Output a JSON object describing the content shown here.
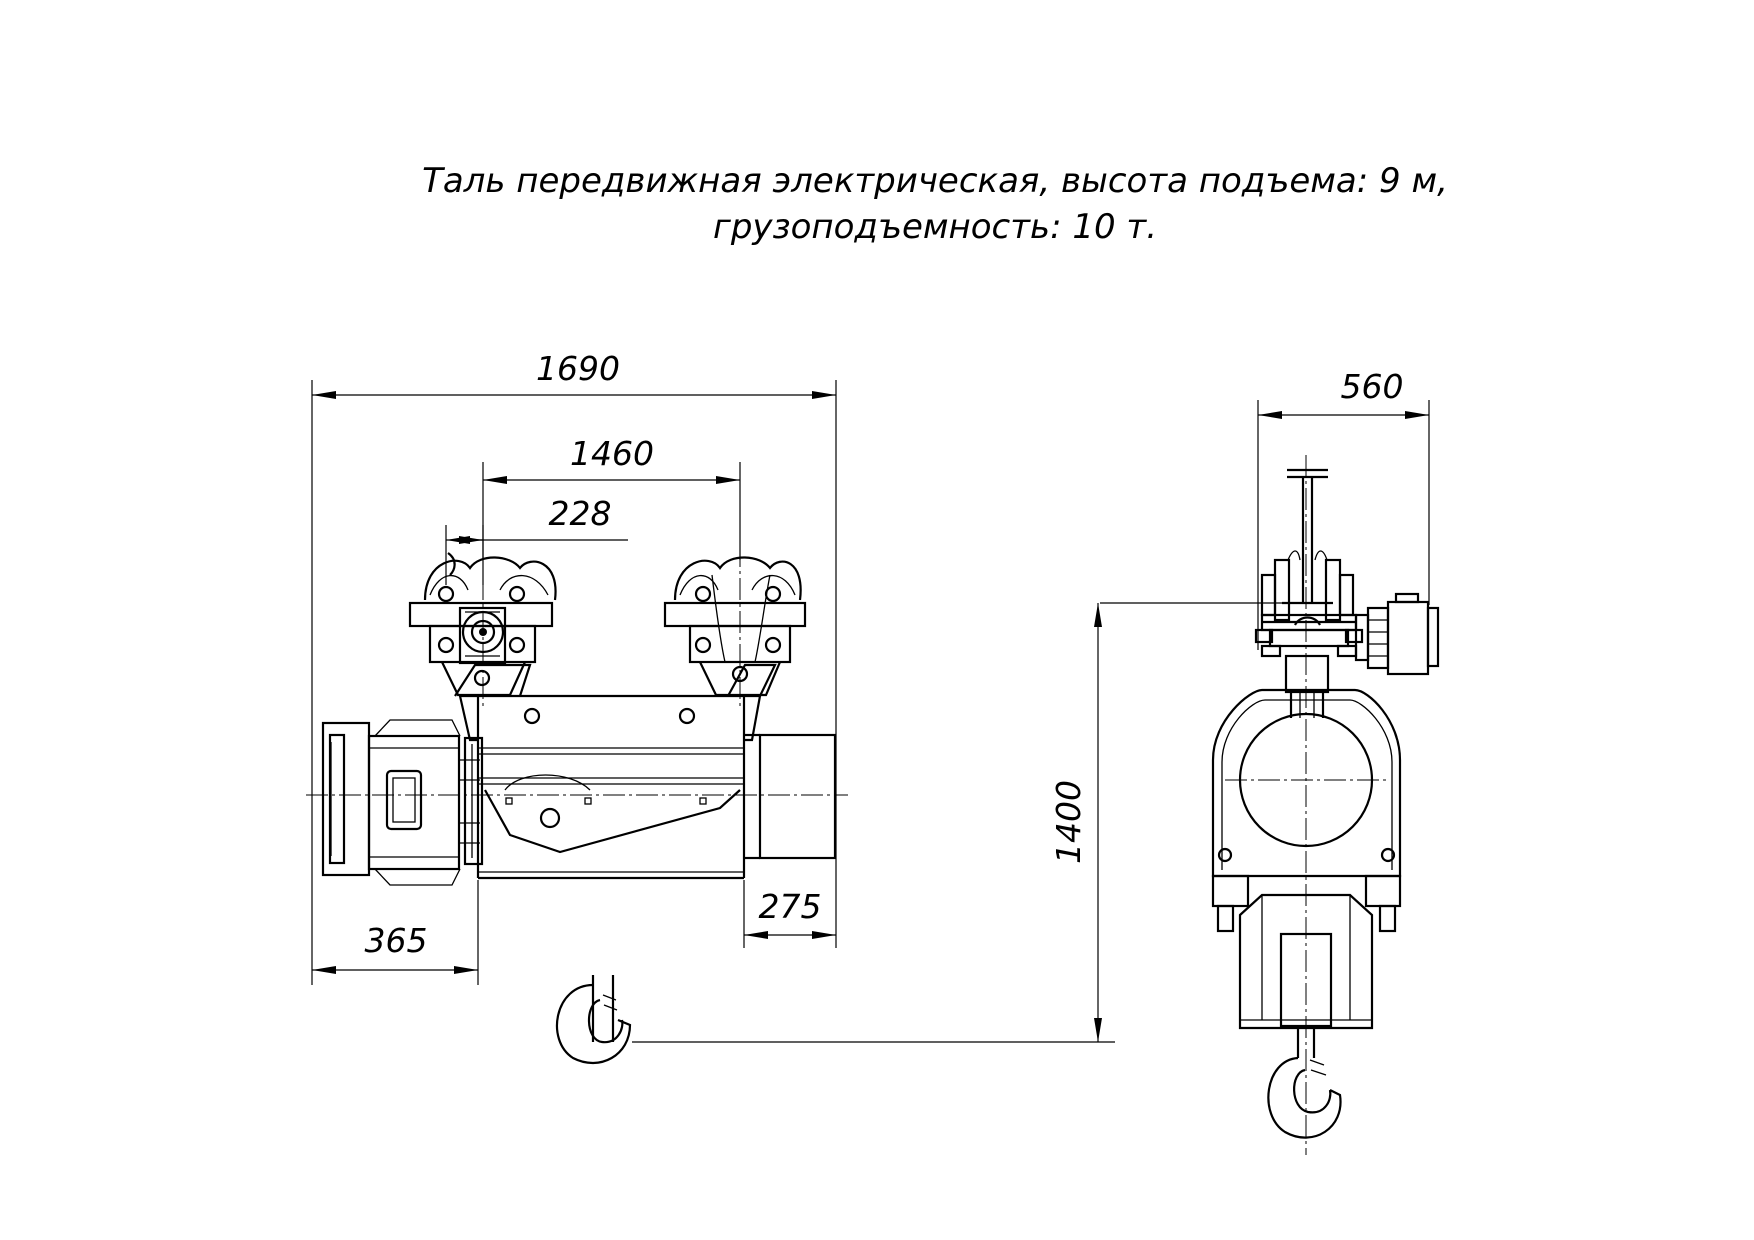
{
  "title": {
    "line1": "Таль передвижная электрическая, высота подъема: 9 м,",
    "line2": "грузоподъемность: 10 т."
  },
  "dimensions": {
    "overall_length": "1690",
    "wheel_base": "1460",
    "wheel_offset": "228",
    "motor_length": "365",
    "drum_end": "275",
    "width": "560",
    "height": "1400"
  },
  "colors": {
    "line": "#000000",
    "background": "#ffffff"
  }
}
